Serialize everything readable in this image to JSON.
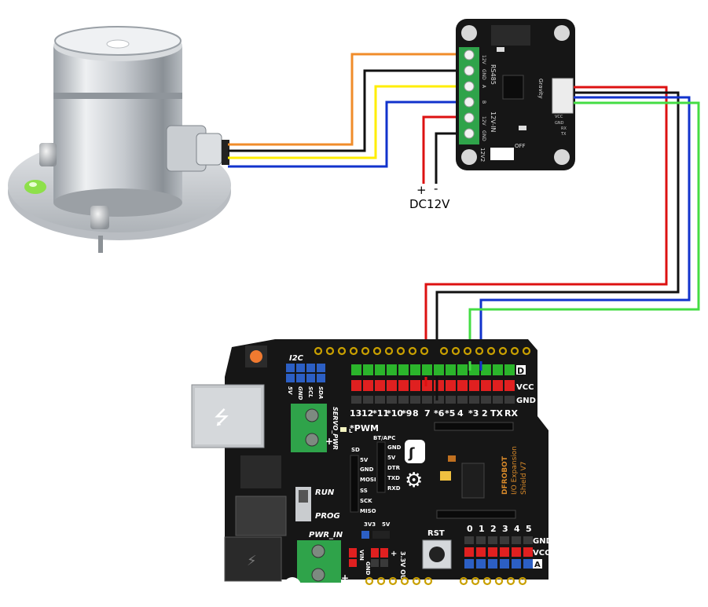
{
  "power_label": "DC12V",
  "power_plus": "+",
  "power_minus": "-",
  "converter": {
    "pin_labels": [
      "12V",
      "GND",
      "A",
      "B",
      "12V",
      "GND"
    ],
    "rs485_label": "RS485",
    "input_label": "12V-IN",
    "bottom_label": "12V2",
    "right_labels": [
      "VCC",
      "GND",
      "RX",
      "TX"
    ],
    "brand": "Gravity",
    "switch_off": "OFF"
  },
  "shield": {
    "header_top_labels": [
      "13",
      "12",
      "*11",
      "*10",
      "*9",
      "8",
      "7",
      "*6",
      "*5",
      "4",
      "*3",
      "2",
      "TX",
      "RX"
    ],
    "row_labels": [
      "D",
      "VCC",
      "GND"
    ],
    "i2c_label": "I2C",
    "i2c_pins": [
      "5V",
      "GND",
      "SCL",
      "SDA"
    ],
    "servo_label": "SERVO_PWR",
    "pwm_label": "*PWM",
    "bt_label": "BT/APC",
    "bt_pins": [
      "GND",
      "5V",
      "DTR",
      "TXD",
      "RXD"
    ],
    "sd_label": "SD",
    "sd_pins": [
      "5V",
      "GND",
      "MOSI",
      "SS",
      "SCK",
      "MISO"
    ],
    "run_label": "RUN",
    "prog_label": "PROG",
    "pwr_in_label": "PWR_IN",
    "v33_label": "3V3",
    "v5_label": "5V",
    "vin_label": "VIN",
    "gnd_label": "GND",
    "out_label": "3.3V OUT",
    "rst_label": "RST",
    "analog_top_labels": [
      "0",
      "1",
      "2",
      "3",
      "4",
      "5"
    ],
    "analog_row_labels": [
      "GND",
      "VCC",
      "A"
    ],
    "brand_lines": [
      "DFROBOT",
      "I/O Expansion",
      "Shield V7"
    ],
    "led_label": "L"
  },
  "colors": {
    "orange": "#f08c2a",
    "black": "#111111",
    "yellow": "#ffee00",
    "blue": "#1133cc",
    "red": "#dd1111",
    "green": "#44dd44",
    "board": "#161616"
  }
}
